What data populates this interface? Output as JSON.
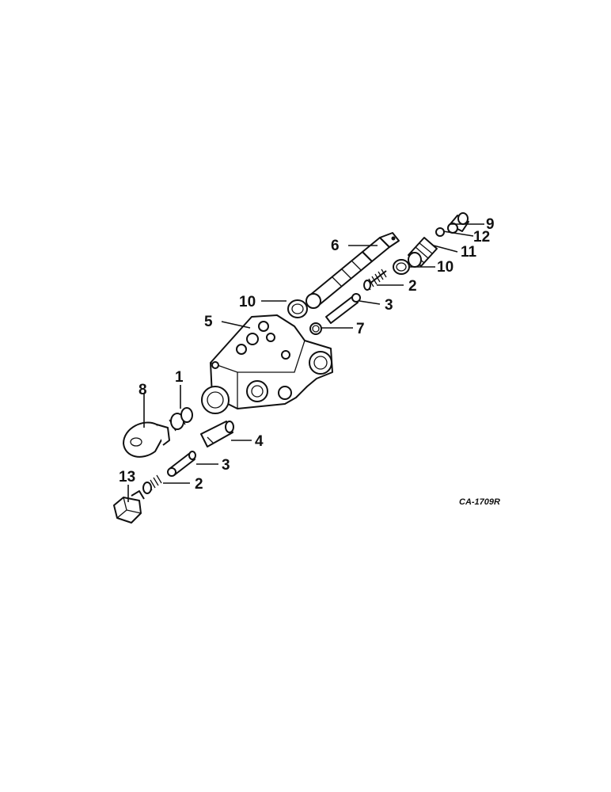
{
  "callouts": {
    "c1": "1",
    "c2a": "2",
    "c2b": "2",
    "c3a": "3",
    "c3b": "3",
    "c4": "4",
    "c5": "5",
    "c6": "6",
    "c7": "7",
    "c8": "8",
    "c9": "9",
    "c10a": "10",
    "c10b": "10",
    "c11": "11",
    "c12": "12",
    "c13": "13"
  },
  "figure_code": "CA-1709R"
}
